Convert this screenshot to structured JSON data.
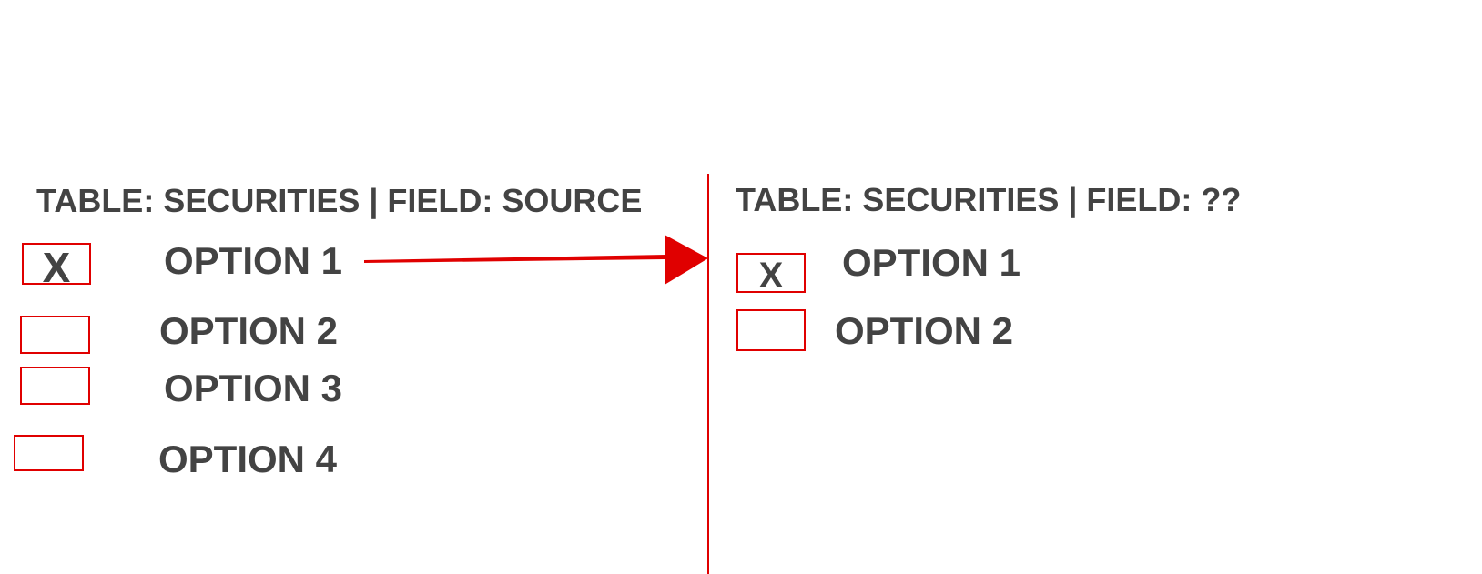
{
  "left_panel": {
    "title": "TABLE: SECURITIES | FIELD: SOURCE",
    "options": [
      {
        "label": "OPTION 1",
        "mark": "X"
      },
      {
        "label": "OPTION 2",
        "mark": ""
      },
      {
        "label": "OPTION 3",
        "mark": ""
      },
      {
        "label": "OPTION 4",
        "mark": ""
      }
    ]
  },
  "right_panel": {
    "title": "TABLE: SECURITIES | FIELD: ??",
    "options": [
      {
        "label": "OPTION 1",
        "mark": "X"
      },
      {
        "label": "OPTION 2",
        "mark": ""
      }
    ]
  },
  "colors": {
    "accent": "#e00000",
    "text": "#434343"
  }
}
